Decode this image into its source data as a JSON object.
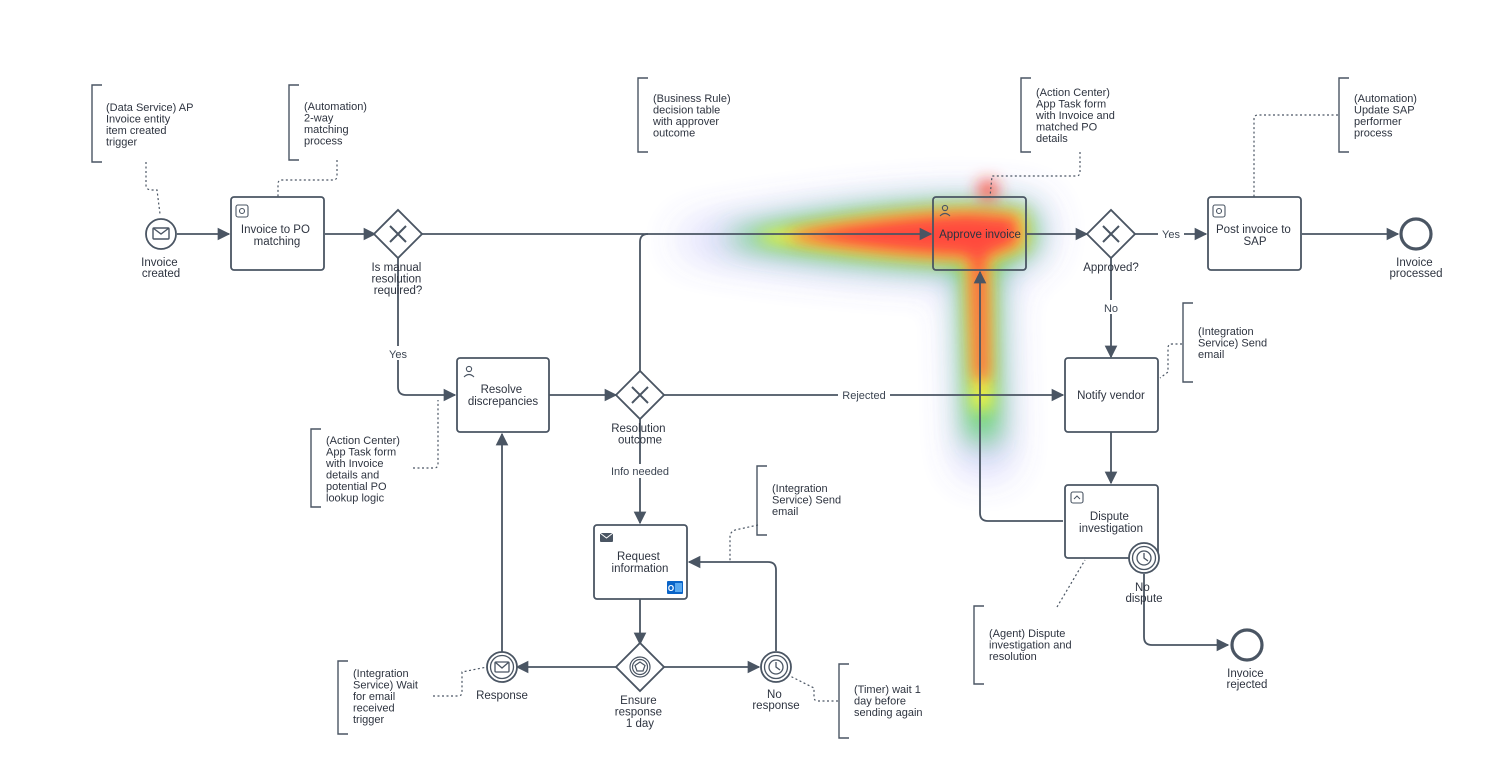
{
  "nodes": {
    "start": {
      "label_lines": [
        "Invoice",
        "created"
      ]
    },
    "match": {
      "label_lines": [
        "Invoice to PO",
        "matching"
      ]
    },
    "gw_manual": {
      "label_lines": [
        "Is manual",
        "resolution",
        "required?"
      ]
    },
    "approve": {
      "label_lines": [
        "Approve invoice"
      ]
    },
    "gw_approved": {
      "label_lines": [
        "Approved?"
      ]
    },
    "post": {
      "label_lines": [
        "Post invoice to",
        "SAP"
      ]
    },
    "end_processed": {
      "label_lines": [
        "Invoice",
        "processed"
      ]
    },
    "resolve": {
      "label_lines": [
        "Resolve",
        "discrepancies"
      ]
    },
    "gw_outcome": {
      "label_lines": [
        "Resolution",
        "outcome"
      ]
    },
    "notify": {
      "label_lines": [
        "Notify vendor"
      ]
    },
    "dispute": {
      "label_lines": [
        "Dispute",
        "investigation"
      ]
    },
    "no_dispute": {
      "label_lines": [
        "No",
        "dispute"
      ]
    },
    "end_rejected": {
      "label_lines": [
        "Invoice",
        "rejected"
      ]
    },
    "request": {
      "label_lines": [
        "Request",
        "information"
      ]
    },
    "gw_ensure": {
      "label_lines": [
        "Ensure",
        "response",
        "1 day"
      ]
    },
    "response": {
      "label_lines": [
        "Response"
      ]
    },
    "no_response": {
      "label_lines": [
        "No",
        "response"
      ]
    }
  },
  "edge_labels": {
    "yes_manual": "Yes",
    "yes_approved": "Yes",
    "no_approved": "No",
    "rejected": "Rejected",
    "info_needed": "Info needed"
  },
  "annotations": {
    "a1": [
      "(Data Service) AP",
      "Invoice  entity",
      "item created",
      "trigger"
    ],
    "a2": [
      "(Automation)",
      "2-way",
      "matching",
      "process"
    ],
    "a3": [
      "(Business Rule)",
      "decision table",
      "with approver",
      "outcome"
    ],
    "a4": [
      "(Action Center)",
      "App Task form",
      "with Invoice and",
      "matched PO",
      "details"
    ],
    "a5": [
      "(Automation)",
      "Update SAP",
      "performer",
      "process"
    ],
    "a6": [
      "(Integration",
      "Service) Send",
      "email"
    ],
    "a7": [
      "(Action Center)",
      "App Task form",
      "with Invoice",
      "details and",
      "potential PO",
      "lookup logic"
    ],
    "a8": [
      "(Integration",
      "Service) Send",
      "email"
    ],
    "a9": [
      "(Agent) Dispute",
      "investigation and",
      "resolution"
    ],
    "a10": [
      "(Integration",
      "Service) Wait",
      "for email",
      "received",
      "trigger"
    ],
    "a11": [
      "(Timer) wait 1",
      "day before",
      "sending again"
    ]
  },
  "colors": {
    "stroke": "#4a5563",
    "heat_red": "#ff2a1a",
    "heat_yellow": "#f6f01e",
    "heat_green": "#3fd04a",
    "heat_blue": "#6d6df0",
    "outlook_blue": "#0a64c8"
  }
}
